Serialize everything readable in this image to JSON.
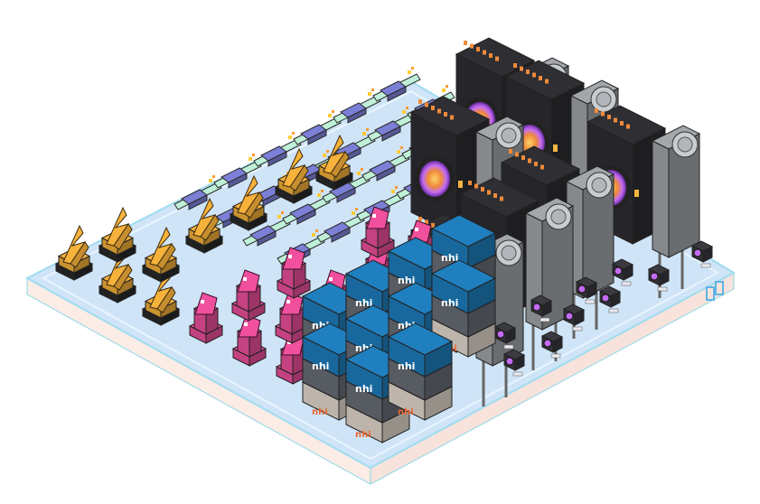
{
  "scene": {
    "kind": "isometric-pixel-art",
    "crate_label": "nhi",
    "counts": {
      "gold_trophies": 9,
      "pink_trophies": 10,
      "blue_planes": 24,
      "crates": 10,
      "cameras_large": 7,
      "cameras_small": 10
    },
    "colors": {
      "platform_top": "#cfe4f7",
      "platform_edge": "#bfe8f2",
      "platform_side": "#fbece6",
      "gold": "#f7b23b",
      "pink": "#f0509e",
      "plane": "#7c7fd6",
      "crate_blue": "#1f7fbf",
      "crate_gray": "#6a6f78",
      "crate_tan": "#e7ddd2",
      "camera_dark": "#2e2e33",
      "camera_gray": "#a3a7ab",
      "lens": "#c36bf0"
    }
  }
}
